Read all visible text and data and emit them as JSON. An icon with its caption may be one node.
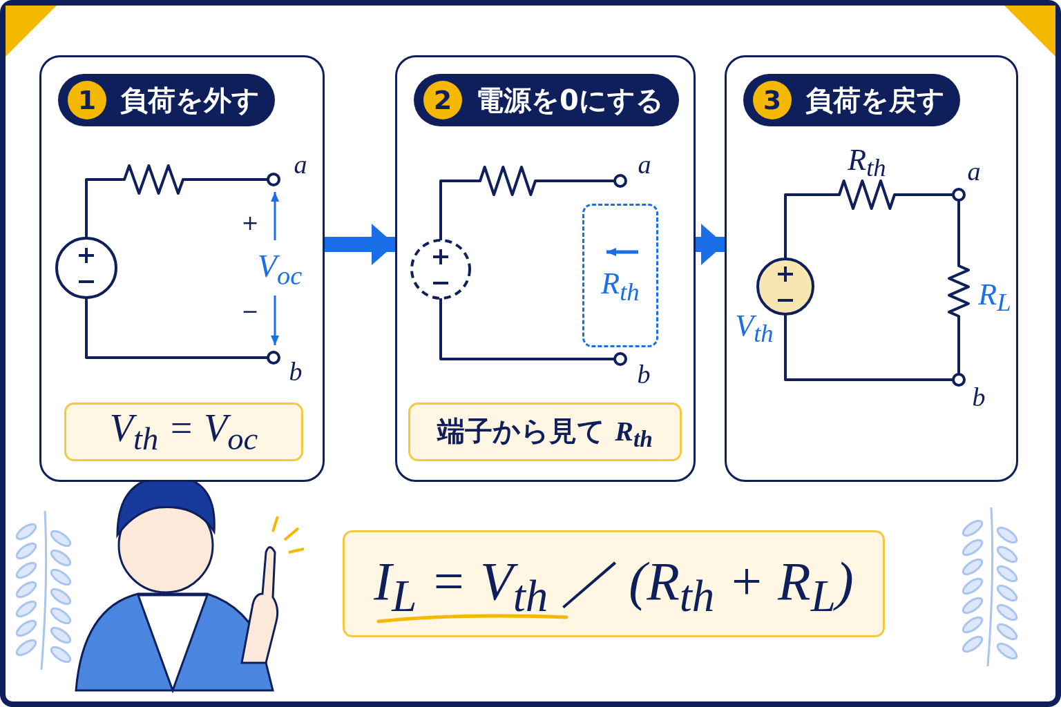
{
  "diagram": {
    "nodes": [
      {
        "text": [
          "1",
          "負荷を外す"
        ]
      },
      {
        "text": [
          "V$_{th}$ = V$_{oc}$"
        ],
        "in": 0
      },
      {
        "text": [
          "2",
          "電源を0にする"
        ]
      },
      {
        "text": [
          "端子から見て *R*$_{th}$"
        ],
        "in": 2
      },
      {
        "text": [
          "R$_{th}$"
        ],
        "in": 2
      },
      {
        "text": [
          "3",
          "負荷を戻す"
        ]
      },
      {
        "text": [
          "I$_{L}$ = V$_{th}$ ／ (R$_{th}$ + R$_{L}$)"
        ]
      }
    ],
    "edges": [
      {
        "from": 0,
        "to": 2,
        "arrow": "to"
      },
      {
        "from": 2,
        "to": 5,
        "arrow": "to"
      }
    ],
    "labels": [
      "a",
      "+",
      "V$_{oc}$",
      "−",
      "b",
      "a",
      "b",
      "R$_{th}$",
      "a",
      "R$_{L}$",
      "V$_{th}$",
      "b"
    ]
  }
}
